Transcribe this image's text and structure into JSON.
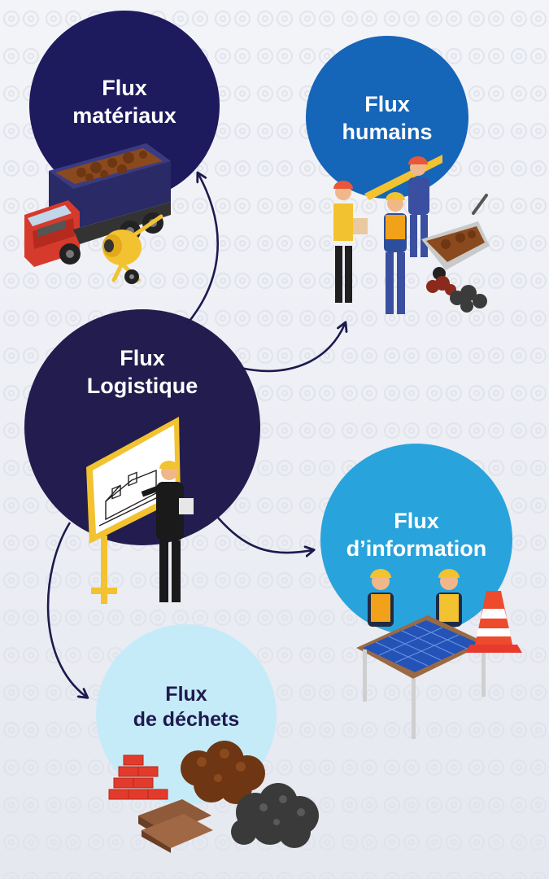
{
  "nodes": {
    "materiaux": {
      "line1": "Flux",
      "line2": "matériaux",
      "color": "#1e1a5e"
    },
    "humains": {
      "line1": "Flux",
      "line2": "humains",
      "color": "#1565b8"
    },
    "logistique": {
      "line1": "Flux",
      "line2": "Logistique",
      "color": "#221d4e"
    },
    "information": {
      "line1": "Flux",
      "line2": "d’information",
      "color": "#29a3dc"
    },
    "dechets": {
      "line1": "Flux",
      "line2": "de déchets",
      "color": "#c6ebf8"
    }
  },
  "colors": {
    "arrow": "#1e1a4e",
    "text_light": "#ffffff",
    "text_dark": "#1e1a4e"
  },
  "icons": [
    "dump-truck-icon",
    "cement-mixer-icon",
    "construction-workers-icon",
    "wheelbarrow-icon",
    "architect-board-icon",
    "workers-blueprint-table-icon",
    "traffic-cone-icon",
    "bricks-icon",
    "rubble-pile-icon"
  ]
}
